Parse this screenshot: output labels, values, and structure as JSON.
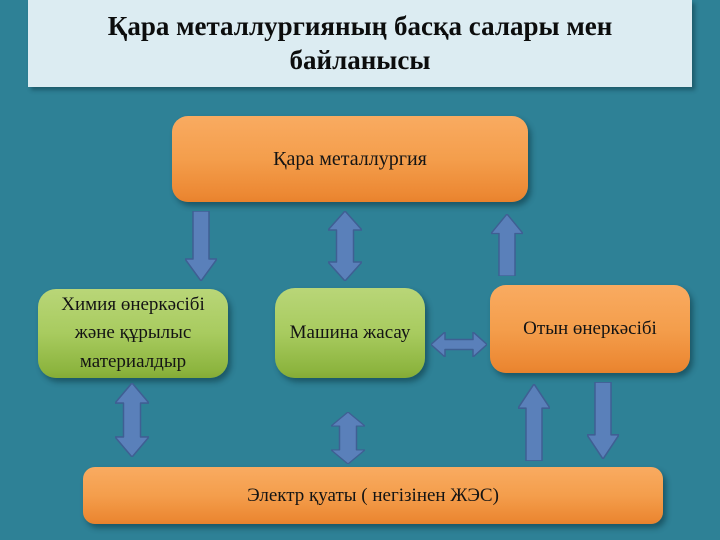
{
  "slide": {
    "title": "Қара металлургияның басқа салары мен байланысы"
  },
  "diagram": {
    "nodes": {
      "metallurgy": {
        "label": "Қара металлургия",
        "color": "orange"
      },
      "chemistry": {
        "label": "Химия өнеркәсібі және құрылыс материалдыр",
        "color": "green"
      },
      "machinery": {
        "label": "Машина жасау",
        "color": "green"
      },
      "fuel": {
        "label": "Отын өнеркәсібі",
        "color": "orange"
      },
      "electricity": {
        "label": "Электр қуаты ( негізінен ЖЭС)",
        "color": "orange"
      }
    },
    "arrows": [
      {
        "name": "metallurgy-to-chemistry",
        "direction": "down"
      },
      {
        "name": "metallurgy-machinery",
        "direction": "both-vertical"
      },
      {
        "name": "fuel-to-metallurgy",
        "direction": "up"
      },
      {
        "name": "chemistry-electricity",
        "direction": "both-vertical"
      },
      {
        "name": "machinery-electricity",
        "direction": "both-vertical"
      },
      {
        "name": "electricity-to-fuel",
        "direction": "up"
      },
      {
        "name": "fuel-to-electricity",
        "direction": "down"
      },
      {
        "name": "machinery-fuel",
        "direction": "both-horizontal"
      }
    ]
  },
  "colors": {
    "background": "#2e8196",
    "title_bg": "#dcecf2",
    "orange_top": "#f9ab61",
    "orange_bottom": "#ec8833",
    "green_top": "#b9d678",
    "green_bottom": "#8cb43e",
    "arrow_fill": "#5a80ba",
    "arrow_stroke": "#3f5f93",
    "text": "#141414"
  }
}
